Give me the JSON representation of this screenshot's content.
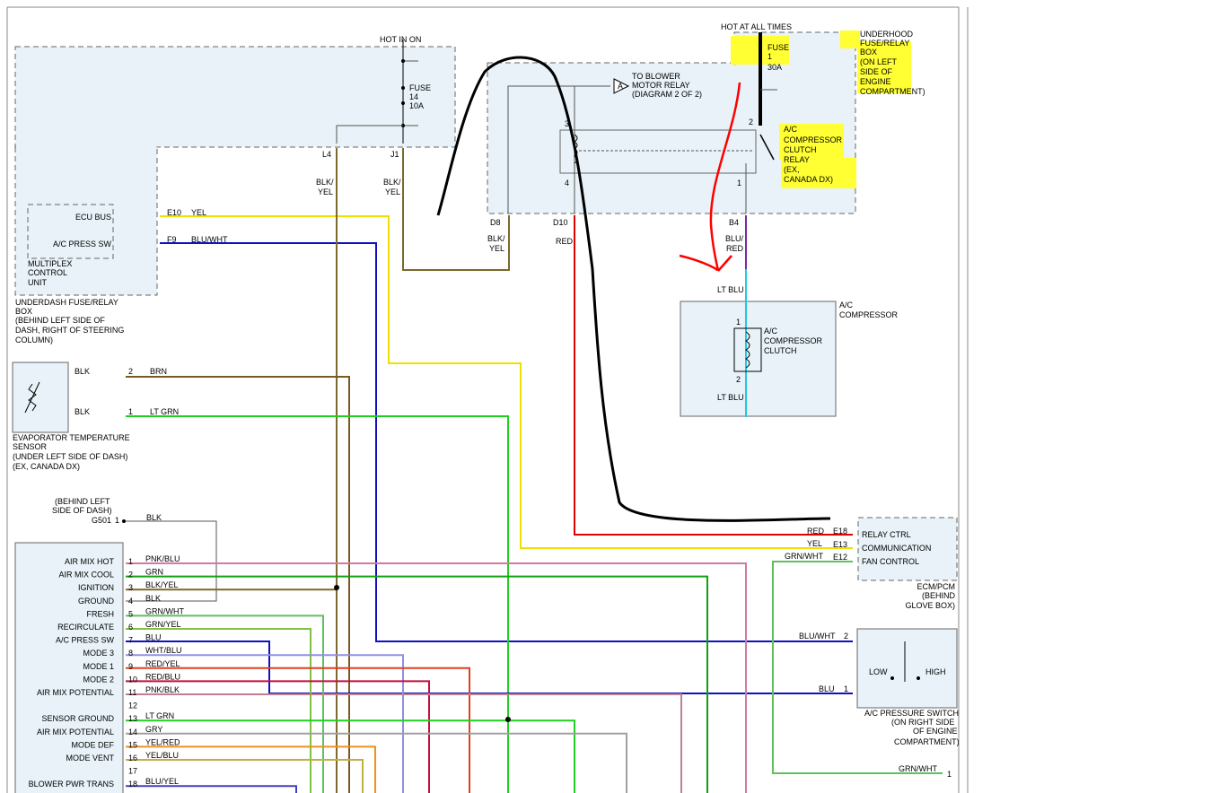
{
  "colors": {
    "yel": "#f0e000",
    "blu": "#1010c0",
    "red": "#e00000",
    "ltblu": "#20c8e8",
    "brn": "#7a5a20",
    "ltgrn": "#20d020",
    "grn": "#10a010",
    "blkyel": "#7a6a30",
    "pnk": "#d07aa0",
    "grnwht": "#60c060",
    "orange": "#f09020",
    "ink": "#000000",
    "highlight": "#ffff33"
  },
  "top_labels": {
    "hot_in_on": "HOT IN ON",
    "hot_at_all_times": "HOT AT ALL TIMES",
    "fuse14": [
      "FUSE",
      "14",
      "10A"
    ],
    "fuse1": [
      "FUSE",
      "1",
      "30A"
    ],
    "to_blower": [
      "TO BLOWER",
      "MOTOR RELAY",
      "(DIAGRAM 2 OF 2)"
    ],
    "relay_tag": "A",
    "underhood_box": [
      "UNDERHOOD",
      "FUSE/RELAY",
      "BOX",
      "(ON LEFT",
      "SIDE OF",
      "ENGINE",
      "COMPARTMENT)"
    ],
    "ac_relay": [
      "A/C",
      "COMPRESSOR",
      "CLUTCH",
      "RELAY",
      "(EX,",
      "CANADA DX)"
    ]
  },
  "pins": {
    "L4": "L4",
    "J1": "J1",
    "D8": "D8",
    "D10": "D10",
    "B4": "B4",
    "E10": "E10",
    "F9": "F9",
    "E18": "E18",
    "E13": "E13",
    "E12": "E12",
    "p3": "3",
    "p4": "4",
    "p1": "1",
    "p2": "2",
    "G501": "G501"
  },
  "wire_labels": {
    "blkyel_a": [
      "BLK/",
      "YEL"
    ],
    "blkyel_b": [
      "BLK/",
      "YEL"
    ],
    "blkyel_c": [
      "BLK/",
      "YEL"
    ],
    "red": "RED",
    "blured": [
      "BLU/",
      "RED"
    ],
    "ltblu_top": "LT BLU",
    "ltblu_bottom": "LT BLU",
    "yel_e10": "YEL",
    "bluwht_f9": "BLU/WHT",
    "blk1": "BLK",
    "brn": "BRN",
    "blk2": "BLK",
    "ltgrn": "LT GRN",
    "blk_g": "BLK",
    "red_e18": "RED",
    "yel_e13": "YEL",
    "grnwht_e12": "GRN/WHT",
    "bluwht_sw": "BLU/WHT",
    "blu_sw": "BLU",
    "grnwht_bottom": "GRN/WHT"
  },
  "multiplex": {
    "inputs": [
      "ECU BUS",
      "A/C PRESS SW"
    ],
    "title": [
      "MULTIPLEX",
      "CONTROL",
      "UNIT"
    ]
  },
  "underdash_box": [
    "UNDERDASH FUSE/RELAY",
    "BOX",
    "(BEHIND LEFT SIDE OF",
    "DASH, RIGHT OF STEERING",
    "COLUMN)"
  ],
  "ac_compressor": {
    "title": [
      "A/C",
      "COMPRESSOR"
    ],
    "clutch": [
      "A/C",
      "COMPRESSOR",
      "CLUTCH"
    ]
  },
  "evap_sensor": {
    "title": [
      "EVAPORATOR TEMPERATURE",
      "SENSOR",
      "(UNDER LEFT SIDE OF DASH)",
      "(EX, CANADA DX)"
    ],
    "pin2": "2",
    "pin1": "1"
  },
  "ground": {
    "location": [
      "(BEHIND LEFT",
      "SIDE OF DASH)"
    ],
    "pin": "1"
  },
  "ecm": {
    "pins": [
      "RELAY CTRL",
      "COMMUNICATION",
      "FAN CONTROL"
    ],
    "title": [
      "ECM/PCM",
      "(BEHIND",
      "GLOVE BOX)"
    ]
  },
  "pressure_switch": {
    "low": "LOW",
    "high": "HIGH",
    "pin2": "2",
    "pin1": "1",
    "title": [
      "A/C PRESSURE SWITCH",
      "(ON RIGHT SIDE",
      "OF ENGINE",
      "COMPARTMENT)"
    ],
    "pin_bottom": "1"
  },
  "climate_unit": {
    "rows": [
      {
        "label": "AIR MIX HOT",
        "pin": "1",
        "wire": "PNK/BLU",
        "color": "#d07aa0"
      },
      {
        "label": "AIR MIX COOL",
        "pin": "2",
        "wire": "GRN",
        "color": "#10a010"
      },
      {
        "label": "IGNITION",
        "pin": "3",
        "wire": "BLK/YEL",
        "color": "#7a6a30"
      },
      {
        "label": "GROUND",
        "pin": "4",
        "wire": "BLK",
        "color": "#555555"
      },
      {
        "label": "FRESH",
        "pin": "5",
        "wire": "GRN/WHT",
        "color": "#60c060"
      },
      {
        "label": "RECIRCULATE",
        "pin": "6",
        "wire": "GRN/YEL",
        "color": "#80c040"
      },
      {
        "label": "A/C PRESS SW",
        "pin": "7",
        "wire": "BLU",
        "color": "#1010c0"
      },
      {
        "label": "MODE 3",
        "pin": "8",
        "wire": "WHT/BLU",
        "color": "#9090e0"
      },
      {
        "label": "MODE 1",
        "pin": "9",
        "wire": "RED/YEL",
        "color": "#e04020"
      },
      {
        "label": "MODE 2",
        "pin": "10",
        "wire": "RED/BLU",
        "color": "#c01040"
      },
      {
        "label": "AIR MIX POTENTIAL",
        "pin": "11",
        "wire": "PNK/BLK",
        "color": "#c08090"
      },
      {
        "label": "",
        "pin": "12",
        "wire": "",
        "color": ""
      },
      {
        "label": "SENSOR GROUND",
        "pin": "13",
        "wire": "LT GRN",
        "color": "#20d020"
      },
      {
        "label": "AIR MIX POTENTIAL",
        "pin": "14",
        "wire": "GRY",
        "color": "#a0a0a0"
      },
      {
        "label": "MODE DEF",
        "pin": "15",
        "wire": "YEL/RED",
        "color": "#f09020"
      },
      {
        "label": "MODE VENT",
        "pin": "16",
        "wire": "YEL/BLU",
        "color": "#c0b040"
      },
      {
        "label": "",
        "pin": "17",
        "wire": "",
        "color": ""
      },
      {
        "label": "BLOWER PWR TRANS",
        "pin": "18",
        "wire": "BLU/YEL",
        "color": "#4040c0"
      }
    ]
  }
}
